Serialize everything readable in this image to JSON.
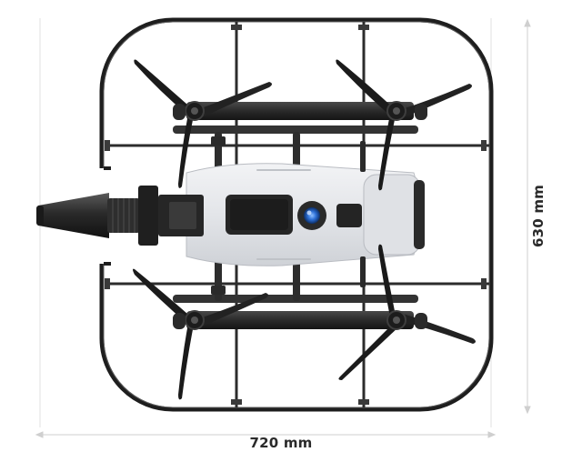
{
  "dimensions": {
    "width_label": "720 mm",
    "height_label": "630 mm"
  },
  "colors": {
    "frame": "#1f1f1f",
    "arm": "#262626",
    "body": "#e6e8ec",
    "propeller": "#1b1b1b",
    "camera_lens": "#2c6fd6",
    "dimension_line": "#c8c8c8"
  },
  "icons": {
    "drone": "drone-top-view-illustration"
  }
}
